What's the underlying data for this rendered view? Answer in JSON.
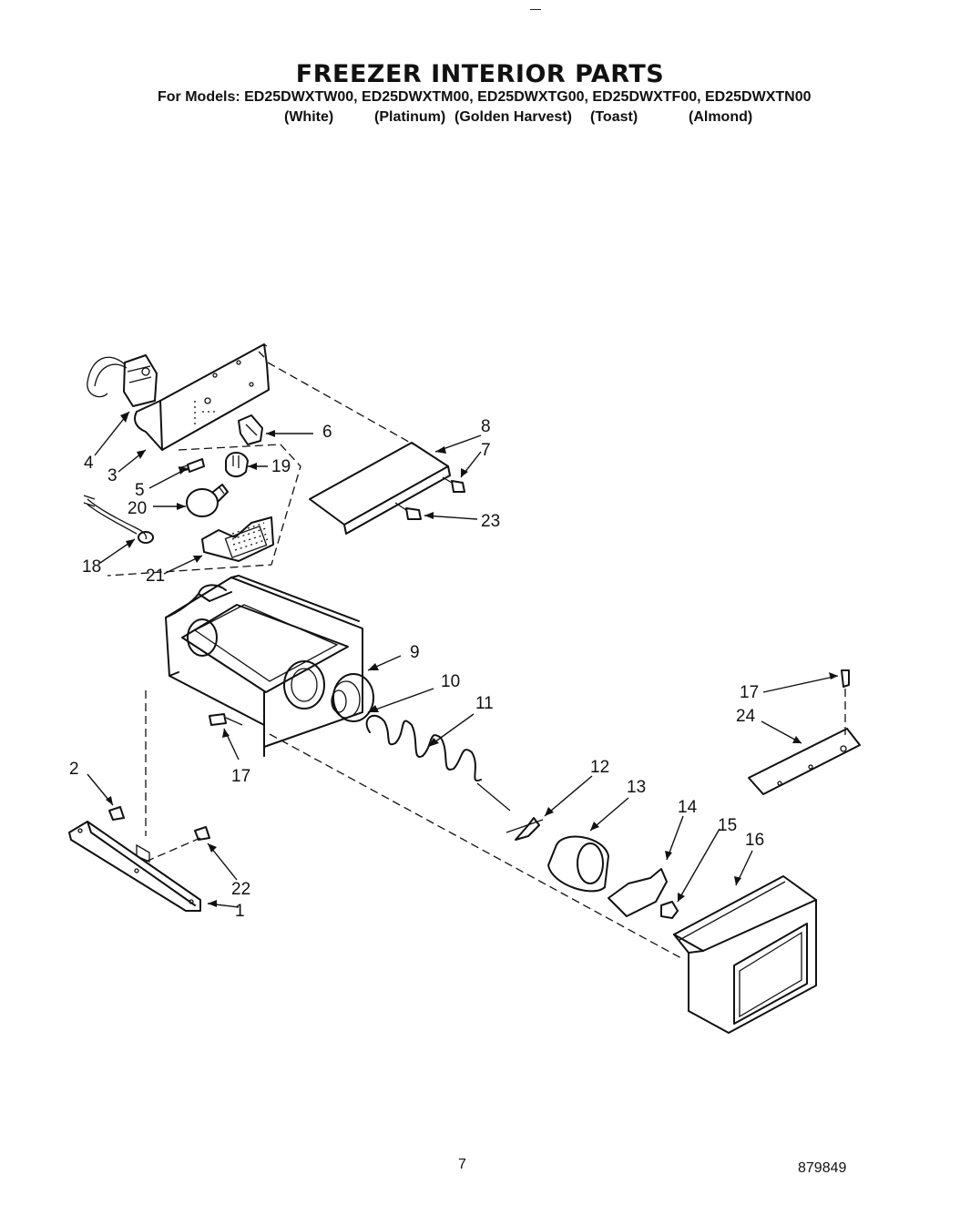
{
  "header": {
    "title": "FREEZER INTERIOR PARTS",
    "models_line": "For Models: ED25DWXTW00, ED25DWXTM00, ED25DWXTG00, ED25DWXTF00, ED25DWXTN00",
    "colors": [
      "(White)",
      "(Platinum)",
      "(Golden Harvest)",
      "(Toast)",
      "(Almond)"
    ]
  },
  "callouts": [
    "1",
    "2",
    "3",
    "4",
    "5",
    "6",
    "7",
    "8",
    "9",
    "10",
    "11",
    "12",
    "13",
    "14",
    "15",
    "16",
    "17",
    "17",
    "18",
    "19",
    "20",
    "21",
    "22",
    "23",
    "24"
  ],
  "footer": {
    "page_number": "7",
    "doc_number": "879849"
  }
}
